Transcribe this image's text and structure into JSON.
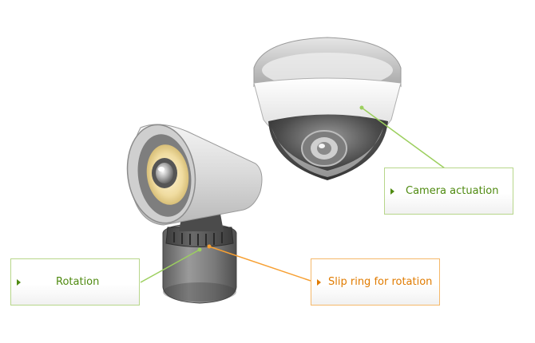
{
  "labels": {
    "camera_actuation": "Camera actuation",
    "rotation": "Rotation",
    "slip_ring": "Slip ring for rotation"
  },
  "colors": {
    "green_accent": "#4f8a10",
    "green_line": "#9ccf5e",
    "orange_accent": "#e07b00",
    "orange_line": "#f7a033"
  }
}
